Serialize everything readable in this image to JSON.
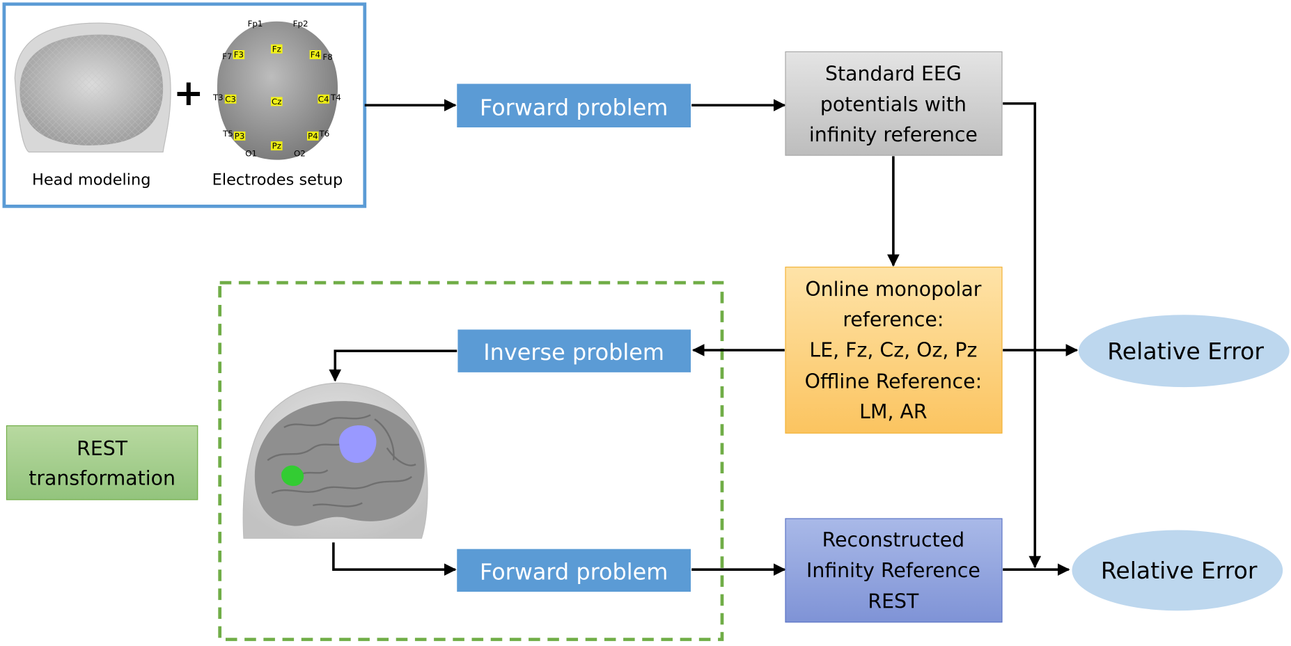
{
  "head_panel": {
    "head_caption": "Head modeling",
    "electrodes_caption": "Electrodes setup",
    "plus_sign": "+",
    "electrodes": [
      {
        "id": "e-fp1",
        "label": "Fp1"
      },
      {
        "id": "e-fp2",
        "label": "Fp2"
      },
      {
        "id": "e-f7",
        "label": "F7"
      },
      {
        "id": "e-f3",
        "label": "F3"
      },
      {
        "id": "e-fz",
        "label": "Fz"
      },
      {
        "id": "e-f4",
        "label": "F4"
      },
      {
        "id": "e-f8",
        "label": "F8"
      },
      {
        "id": "e-t3",
        "label": "T3"
      },
      {
        "id": "e-c3",
        "label": "C3"
      },
      {
        "id": "e-cz",
        "label": "Cz"
      },
      {
        "id": "e-c4",
        "label": "C4"
      },
      {
        "id": "e-t4",
        "label": "T4"
      },
      {
        "id": "e-t5",
        "label": "T5"
      },
      {
        "id": "e-p3",
        "label": "P3"
      },
      {
        "id": "e-pz",
        "label": "Pz"
      },
      {
        "id": "e-p4",
        "label": "P4"
      },
      {
        "id": "e-t6",
        "label": "T6"
      },
      {
        "id": "e-o1",
        "label": "O1"
      },
      {
        "id": "e-o2",
        "label": "O2"
      }
    ]
  },
  "boxes": {
    "forward_top": "Forward problem",
    "standard_eeg": [
      "Standard EEG",
      "potentials with",
      "infinity reference"
    ],
    "online_ref": [
      "Online monopolar",
      "reference:",
      "LE, Fz, Cz, Oz, Pz",
      "Offline Reference:",
      "LM, AR"
    ],
    "inverse": "Inverse problem",
    "rest_transform": [
      "REST",
      "transformation"
    ],
    "forward_bottom": "Forward problem",
    "reconstructed": [
      "Reconstructed",
      "Infinity Reference",
      "REST"
    ],
    "relative_error_top": "Relative Error",
    "relative_error_bottom": "Relative Error"
  },
  "colors": {
    "blue_box": "#5b9bd5",
    "head_panel_border": "#5b9bd5",
    "gray_box": "#d0d0d0",
    "orange_box": "#fdd58a",
    "green_box": "#a9d18e",
    "purple_box": "#8ea3dd",
    "ellipse": "#bdd7ee",
    "dashed_green": "#70ad47",
    "brain_blue_region": "#9999ff",
    "brain_green_region": "#33cc33",
    "electrode_yellow": "#ffff00"
  }
}
